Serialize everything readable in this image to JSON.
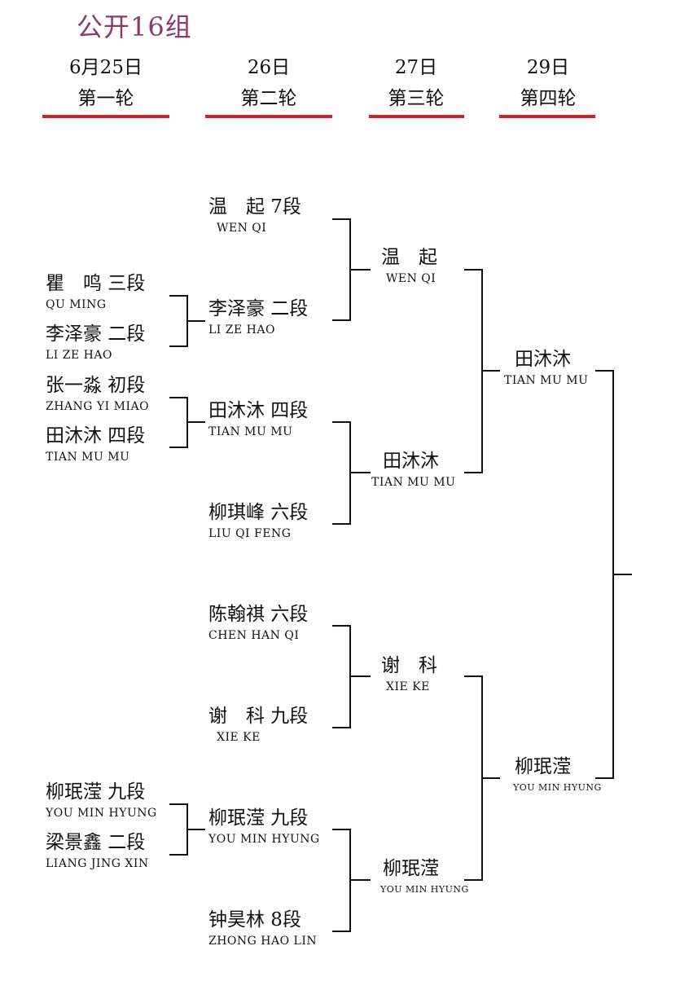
{
  "group_title": "公开16组",
  "rounds": [
    {
      "date": "6月25日",
      "name": "第一轮"
    },
    {
      "date": "26日",
      "name": "第二轮"
    },
    {
      "date": "27日",
      "name": "第三轮"
    },
    {
      "date": "29日",
      "name": "第四轮"
    }
  ],
  "round1": [
    {
      "name": "瞿　鸣 三段",
      "roman": "QU MING"
    },
    {
      "name": "李泽豪 二段",
      "roman": "LI ZE HAO"
    },
    {
      "name": "张一淼 初段",
      "roman": "ZHANG YI MIAO"
    },
    {
      "name": "田沐沐 四段",
      "roman": "TIAN MU MU"
    },
    {
      "name": "柳珉滢 九段",
      "roman": "YOU MIN HYUNG"
    },
    {
      "name": "梁景鑫 二段",
      "roman": "LIANG JING XIN"
    }
  ],
  "round2": [
    {
      "name": "温　起 7段",
      "roman": "WEN QI"
    },
    {
      "name": "李泽豪 二段",
      "roman": "LI ZE HAO"
    },
    {
      "name": "田沐沐 四段",
      "roman": "TIAN MU MU"
    },
    {
      "name": "柳琪峰 六段",
      "roman": "LIU QI FENG"
    },
    {
      "name": "陈翰祺 六段",
      "roman": "CHEN HAN QI"
    },
    {
      "name": "谢　科 九段",
      "roman": "XIE KE"
    },
    {
      "name": "柳珉滢 九段",
      "roman": "YOU MIN HYUNG"
    },
    {
      "name": "钟昊林 8段",
      "roman": "ZHONG HAO LIN"
    }
  ],
  "round3": [
    {
      "name": "温　起",
      "roman": "WEN QI"
    },
    {
      "name": "田沐沐",
      "roman": "TIAN MU MU"
    },
    {
      "name": "谢　科",
      "roman": "XIE KE"
    },
    {
      "name": "柳珉滢",
      "roman": "YOU MIN HYUNG"
    }
  ],
  "round4": [
    {
      "name": "田沐沐",
      "roman": "TIAN MU MU"
    },
    {
      "name": "柳珉滢",
      "roman": "YOU MIN HYUNG"
    }
  ],
  "colors": {
    "title": "#8b3a6f",
    "underline": "#d61f26",
    "line": "#111111"
  }
}
